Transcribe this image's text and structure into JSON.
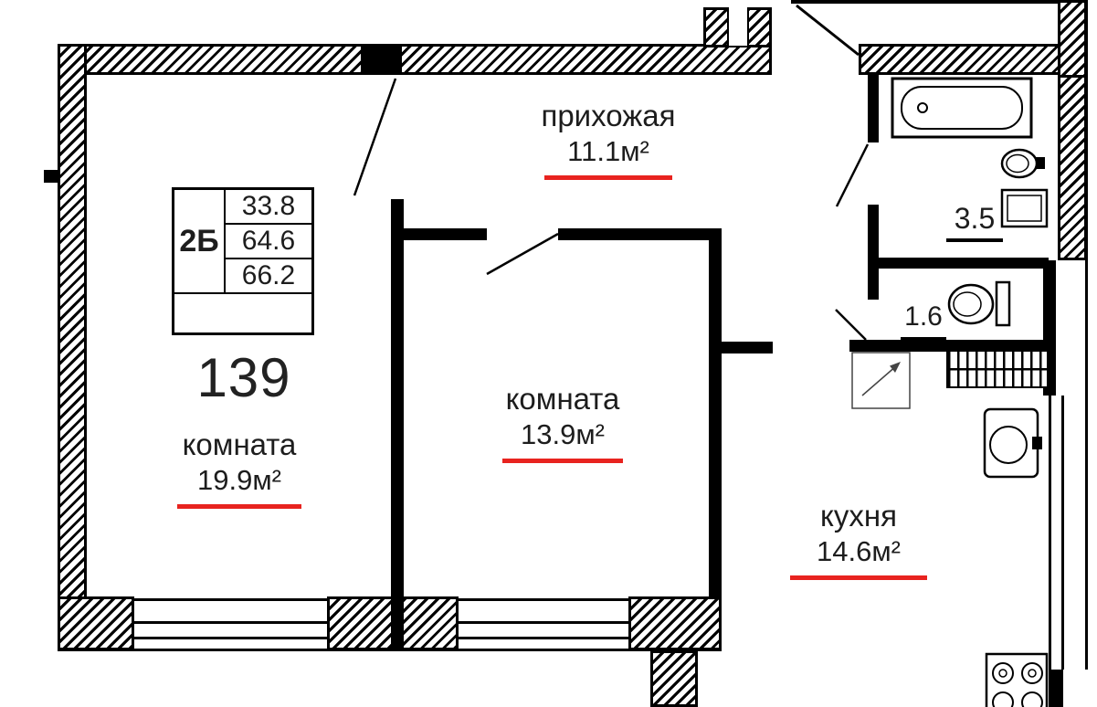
{
  "plan": {
    "apartment_number": "139",
    "unit": {
      "type": "2Б",
      "areas": [
        "33.8",
        "64.6",
        "66.2"
      ]
    },
    "rooms": {
      "hallway": {
        "name": "прихожая",
        "area": "11.1м²"
      },
      "room_middle": {
        "name": "комната",
        "area": "13.9м²"
      },
      "room_left": {
        "name": "комната",
        "area": "19.9м²"
      },
      "kitchen": {
        "name": "кухня",
        "area": "14.6м²"
      },
      "bathroom": {
        "area": "3.5"
      },
      "wc": {
        "area": "1.6"
      }
    },
    "colors": {
      "accent": "#e8231f",
      "walls": "#000000"
    }
  }
}
